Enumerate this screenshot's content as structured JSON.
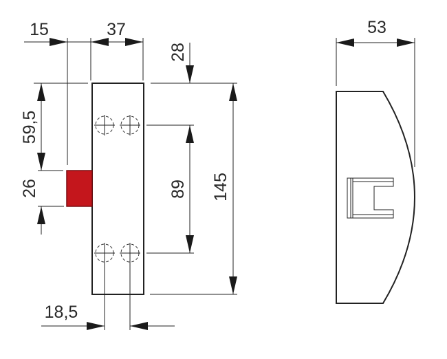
{
  "front_view": {
    "dimensions": {
      "offset_left": "15",
      "width": "37",
      "top_to_hole": "28",
      "hole_spacing_vertical": "89",
      "total_height": "145",
      "top_to_latch": "59,5",
      "latch_height": "26",
      "hole_spacing_horizontal": "18,5"
    },
    "latch_color": "#c4161c"
  },
  "side_view": {
    "dimensions": {
      "depth": "53"
    }
  }
}
